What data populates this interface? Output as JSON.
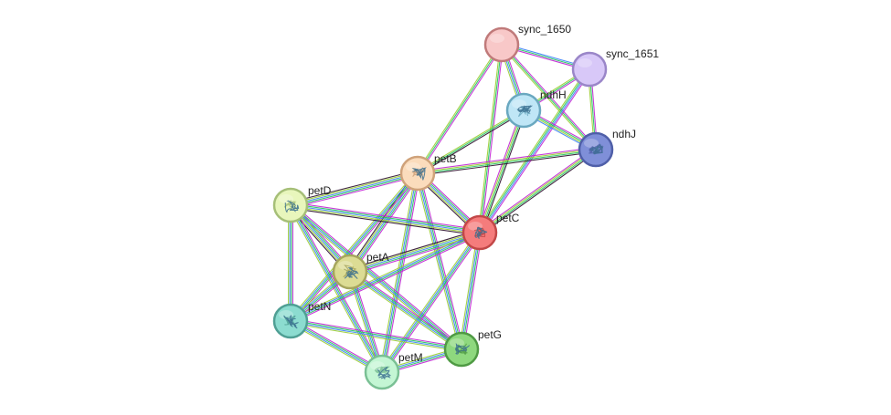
{
  "network": {
    "nodes": [
      {
        "id": "sync_1650",
        "label": "sync_1650",
        "fill": "#f8c8c8",
        "stroke": "#c07a7a"
      },
      {
        "id": "sync_1651",
        "label": "sync_1651",
        "fill": "#d8c8f8",
        "stroke": "#9a86c8"
      },
      {
        "id": "ndhH",
        "label": "ndhH",
        "fill": "#bfe6f6",
        "stroke": "#6aa8c0",
        "structure": "protein-structure-icon"
      },
      {
        "id": "ndhJ",
        "label": "ndhJ",
        "fill": "#7f8fd8",
        "stroke": "#4f5fa8",
        "structure": "protein-structure-icon"
      },
      {
        "id": "petB",
        "label": "petB",
        "fill": "#fbdcbc",
        "stroke": "#cfa27a",
        "structure": "protein-structure-icon"
      },
      {
        "id": "petD",
        "label": "petD",
        "fill": "#e8f6bc",
        "stroke": "#a6bf78",
        "structure": "protein-structure-icon"
      },
      {
        "id": "petC",
        "label": "petC",
        "fill": "#f57c7c",
        "stroke": "#c24848",
        "structure": "protein-structure-icon"
      },
      {
        "id": "petA",
        "label": "petA",
        "fill": "#dcdc94",
        "stroke": "#a6a65e",
        "structure": "protein-structure-icon"
      },
      {
        "id": "petN",
        "label": "petN",
        "fill": "#8cdcd0",
        "stroke": "#4f9f94",
        "structure": "protein-structure-icon"
      },
      {
        "id": "petG",
        "label": "petG",
        "fill": "#8ed87e",
        "stroke": "#4f9a44",
        "structure": "protein-structure-icon"
      },
      {
        "id": "petM",
        "label": "petM",
        "fill": "#c4f6d4",
        "stroke": "#7ac094",
        "structure": "protein-structure-icon"
      }
    ],
    "edges": [
      {
        "source": "sync_1650",
        "target": "sync_1651",
        "colors": [
          "#3b82f6",
          "#22c55e",
          "#c026d3"
        ]
      },
      {
        "source": "sync_1650",
        "target": "ndhH",
        "colors": [
          "#c026d3",
          "#22c55e",
          "#3b82f6",
          "#9acd32"
        ]
      },
      {
        "source": "sync_1650",
        "target": "ndhJ",
        "colors": [
          "#c026d3",
          "#22c55e",
          "#9acd32"
        ]
      },
      {
        "source": "sync_1650",
        "target": "petB",
        "colors": [
          "#c026d3",
          "#22c55e",
          "#9acd32"
        ]
      },
      {
        "source": "sync_1650",
        "target": "petC",
        "colors": [
          "#c026d3",
          "#22c55e",
          "#9acd32"
        ]
      },
      {
        "source": "sync_1651",
        "target": "ndhH",
        "colors": [
          "#c026d3",
          "#22c55e",
          "#9acd32"
        ]
      },
      {
        "source": "sync_1651",
        "target": "ndhJ",
        "colors": [
          "#c026d3",
          "#22c55e",
          "#9acd32"
        ]
      },
      {
        "source": "sync_1651",
        "target": "petC",
        "colors": [
          "#c026d3",
          "#3b82f6",
          "#22c55e",
          "#9acd32"
        ]
      },
      {
        "source": "ndhH",
        "target": "ndhJ",
        "colors": [
          "#c026d3",
          "#22c55e",
          "#9acd32",
          "#3b82f6"
        ]
      },
      {
        "source": "ndhH",
        "target": "petB",
        "colors": [
          "#2b0f2b",
          "#22c55e",
          "#9acd32"
        ]
      },
      {
        "source": "ndhH",
        "target": "petC",
        "colors": [
          "#2b0f2b",
          "#22c55e",
          "#9acd32",
          "#c026d3"
        ]
      },
      {
        "source": "ndhJ",
        "target": "petB",
        "colors": [
          "#2b0f2b",
          "#22c55e",
          "#9acd32",
          "#c026d3"
        ]
      },
      {
        "source": "ndhJ",
        "target": "petC",
        "colors": [
          "#2b0f2b",
          "#22c55e",
          "#9acd32",
          "#c026d3"
        ]
      },
      {
        "source": "petB",
        "target": "petC",
        "colors": [
          "#c026d3",
          "#22c55e",
          "#3b82f6",
          "#9acd32",
          "#2b0f2b"
        ]
      },
      {
        "source": "petB",
        "target": "petD",
        "colors": [
          "#c026d3",
          "#22c55e",
          "#3b82f6",
          "#9acd32",
          "#2b0f2b"
        ]
      },
      {
        "source": "petB",
        "target": "petA",
        "colors": [
          "#c026d3",
          "#22c55e",
          "#3b82f6",
          "#9acd32",
          "#2b0f2b"
        ]
      },
      {
        "source": "petB",
        "target": "petN",
        "colors": [
          "#c026d3",
          "#22c55e",
          "#3b82f6",
          "#9acd32"
        ]
      },
      {
        "source": "petB",
        "target": "petG",
        "colors": [
          "#c026d3",
          "#22c55e",
          "#3b82f6",
          "#9acd32"
        ]
      },
      {
        "source": "petB",
        "target": "petM",
        "colors": [
          "#c026d3",
          "#22c55e",
          "#3b82f6",
          "#9acd32"
        ]
      },
      {
        "source": "petD",
        "target": "petC",
        "colors": [
          "#c026d3",
          "#22c55e",
          "#3b82f6",
          "#9acd32",
          "#2b0f2b"
        ]
      },
      {
        "source": "petD",
        "target": "petA",
        "colors": [
          "#c026d3",
          "#22c55e",
          "#3b82f6",
          "#9acd32",
          "#2b0f2b"
        ]
      },
      {
        "source": "petD",
        "target": "petN",
        "colors": [
          "#c026d3",
          "#22c55e",
          "#3b82f6",
          "#9acd32"
        ]
      },
      {
        "source": "petD",
        "target": "petG",
        "colors": [
          "#c026d3",
          "#22c55e",
          "#3b82f6",
          "#9acd32"
        ]
      },
      {
        "source": "petD",
        "target": "petM",
        "colors": [
          "#c026d3",
          "#22c55e",
          "#3b82f6",
          "#9acd32"
        ]
      },
      {
        "source": "petC",
        "target": "petA",
        "colors": [
          "#c026d3",
          "#22c55e",
          "#3b82f6",
          "#9acd32",
          "#2b0f2b"
        ]
      },
      {
        "source": "petC",
        "target": "petN",
        "colors": [
          "#c026d3",
          "#22c55e",
          "#3b82f6",
          "#9acd32"
        ]
      },
      {
        "source": "petC",
        "target": "petG",
        "colors": [
          "#c026d3",
          "#22c55e",
          "#3b82f6",
          "#9acd32"
        ]
      },
      {
        "source": "petC",
        "target": "petM",
        "colors": [
          "#c026d3",
          "#22c55e",
          "#3b82f6",
          "#9acd32"
        ]
      },
      {
        "source": "petA",
        "target": "petN",
        "colors": [
          "#c026d3",
          "#22c55e",
          "#3b82f6",
          "#9acd32"
        ]
      },
      {
        "source": "petA",
        "target": "petG",
        "colors": [
          "#c026d3",
          "#22c55e",
          "#3b82f6",
          "#9acd32"
        ]
      },
      {
        "source": "petA",
        "target": "petM",
        "colors": [
          "#c026d3",
          "#22c55e",
          "#3b82f6",
          "#9acd32"
        ]
      },
      {
        "source": "petN",
        "target": "petG",
        "colors": [
          "#c026d3",
          "#22c55e",
          "#3b82f6",
          "#9acd32"
        ]
      },
      {
        "source": "petN",
        "target": "petM",
        "colors": [
          "#c026d3",
          "#22c55e",
          "#3b82f6",
          "#9acd32"
        ]
      },
      {
        "source": "petG",
        "target": "petM",
        "colors": [
          "#c026d3",
          "#22c55e",
          "#3b82f6",
          "#9acd32"
        ]
      }
    ]
  }
}
